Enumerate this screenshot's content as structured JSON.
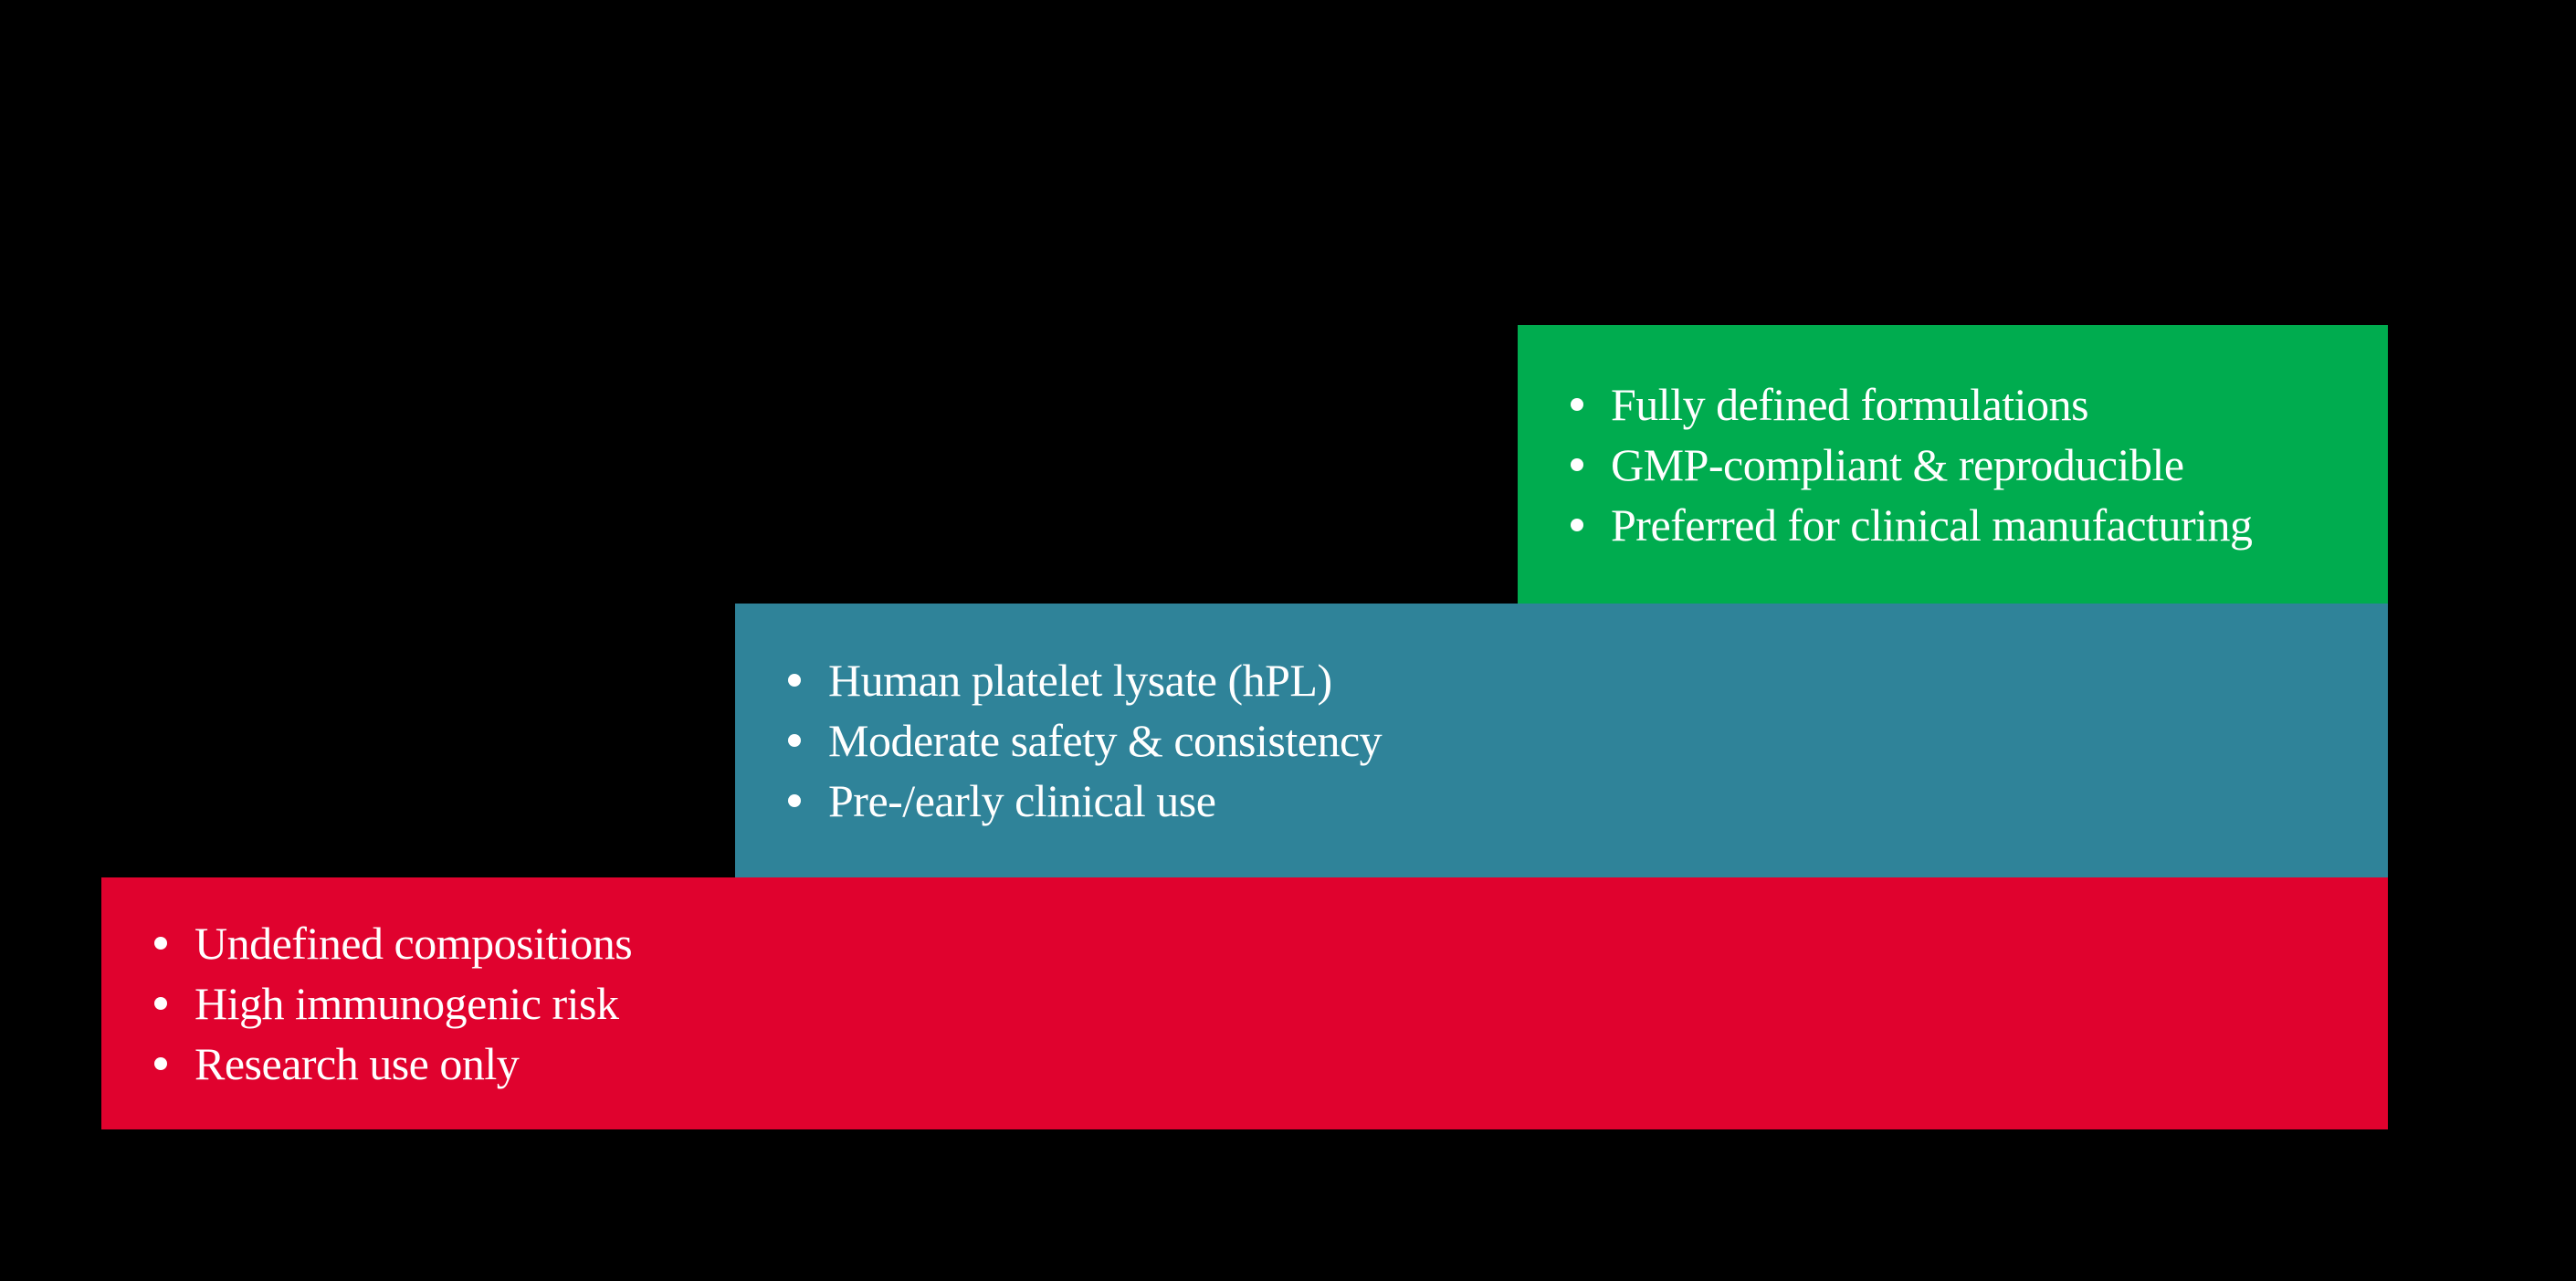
{
  "canvas": {
    "background_color": "#000000",
    "text_color": "#FFFFFF"
  },
  "diagram": {
    "type": "staircase-steps",
    "levels": [
      {
        "name": "fully-defined-media",
        "position": "top-right",
        "color": "#00AC4F",
        "items": [
          "Fully defined formulations",
          "GMP-compliant & reproducible",
          "Preferred for clinical manufacturing"
        ]
      },
      {
        "name": "human-platelet-lysate",
        "position": "middle",
        "color": "#2F8399",
        "items": [
          "Human platelet lysate (hPL)",
          "Moderate safety & consistency",
          "Pre-/early clinical use"
        ]
      },
      {
        "name": "undefined-serum",
        "position": "bottom-left",
        "color": "#E0022E",
        "items": [
          "Undefined compositions",
          "High immunogenic risk",
          "Research use only"
        ]
      }
    ]
  }
}
